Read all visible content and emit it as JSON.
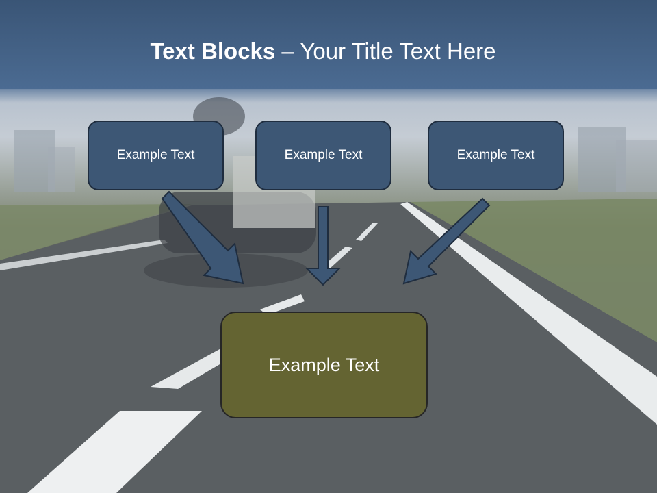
{
  "title": {
    "bold": "Text Blocks",
    "dash": " – ",
    "rest": "Your Title Text Here"
  },
  "blocks": [
    {
      "label": "Example Text"
    },
    {
      "label": "Example Text"
    },
    {
      "label": "Example Text"
    }
  ],
  "target": {
    "label": "Example Text"
  },
  "colors": {
    "header": "#45638a",
    "block_fill": "#3d5775",
    "target_fill": "#646432",
    "arrow": "#3d5775"
  }
}
